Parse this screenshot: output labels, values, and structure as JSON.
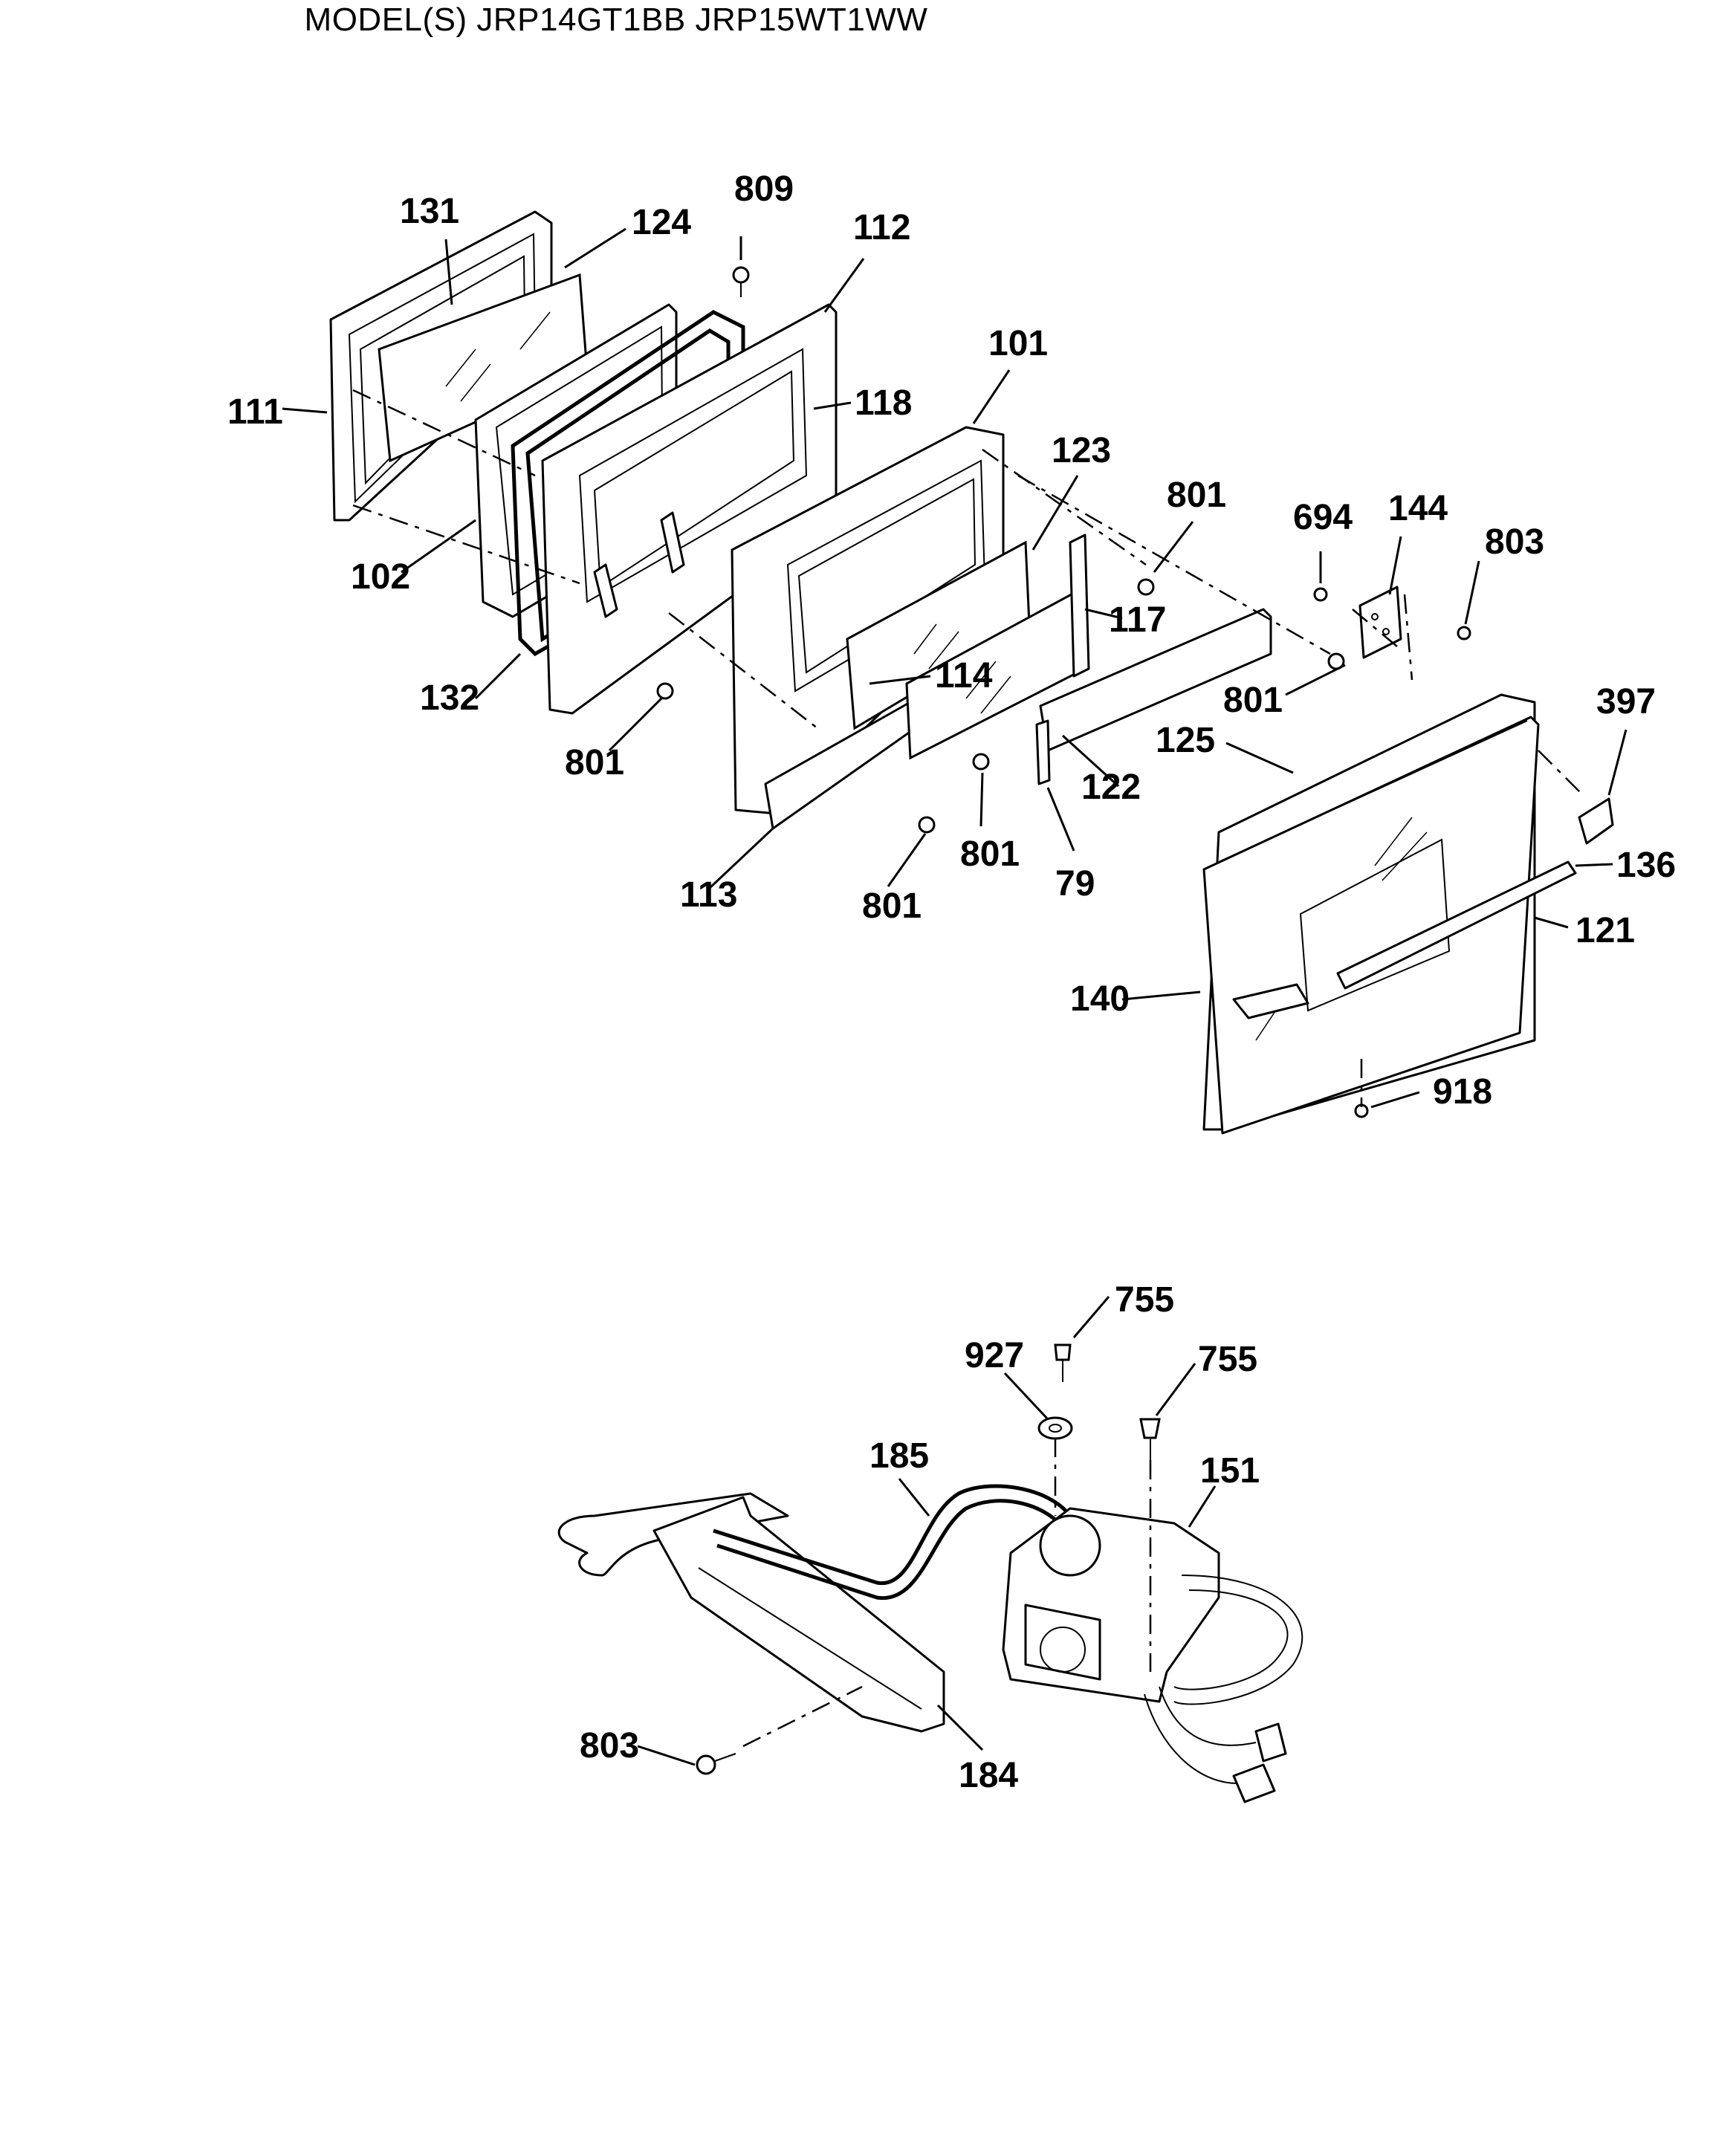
{
  "title": "MODEL(S) JRP14GT1BB  JRP15WT1WW",
  "labels": {
    "l131": "131",
    "l124": "124",
    "l809": "809",
    "l112": "112",
    "l111": "111",
    "l118": "118",
    "l101": "101",
    "l123": "123",
    "l801a": "801",
    "l694": "694",
    "l144": "144",
    "l803a": "803",
    "l102": "102",
    "l117": "117",
    "l114": "114",
    "l801b": "801",
    "l397": "397",
    "l132": "132",
    "l125": "125",
    "l122": "122",
    "l801c": "801",
    "l801d": "801",
    "l136": "136",
    "l79": "79",
    "l113": "113",
    "l801e": "801",
    "l121": "121",
    "l140": "140",
    "l918": "918",
    "l755a": "755",
    "l927": "927",
    "l755b": "755",
    "l185": "185",
    "l151": "151",
    "l803b": "803",
    "l184": "184"
  }
}
